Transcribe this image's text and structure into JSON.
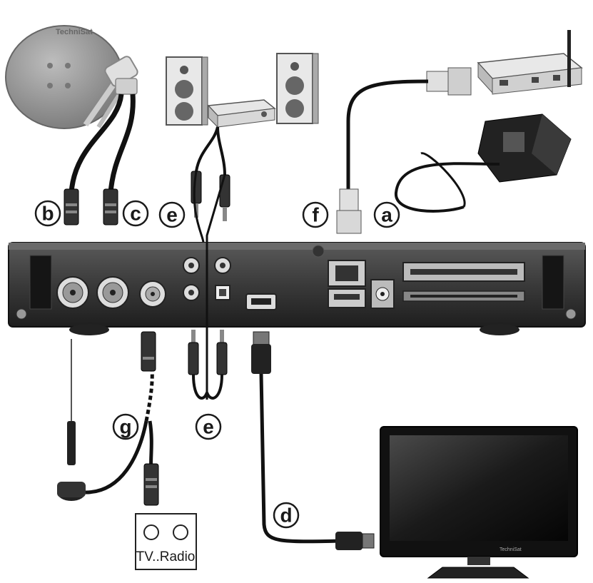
{
  "labels": {
    "a": "a",
    "b": "b",
    "c": "c",
    "d": "d",
    "e_top": "e",
    "e_bottom": "e",
    "f": "f",
    "g": "g"
  },
  "wall_socket": {
    "label": "TV..Radio"
  },
  "devices": {
    "dish_brand": "TechniSat",
    "tv_brand": "TechniSat"
  },
  "colors": {
    "cable": "#111111",
    "device_dark": "#2b2b2b",
    "device_mid": "#8a8a8a",
    "device_light": "#d6d6d6"
  }
}
